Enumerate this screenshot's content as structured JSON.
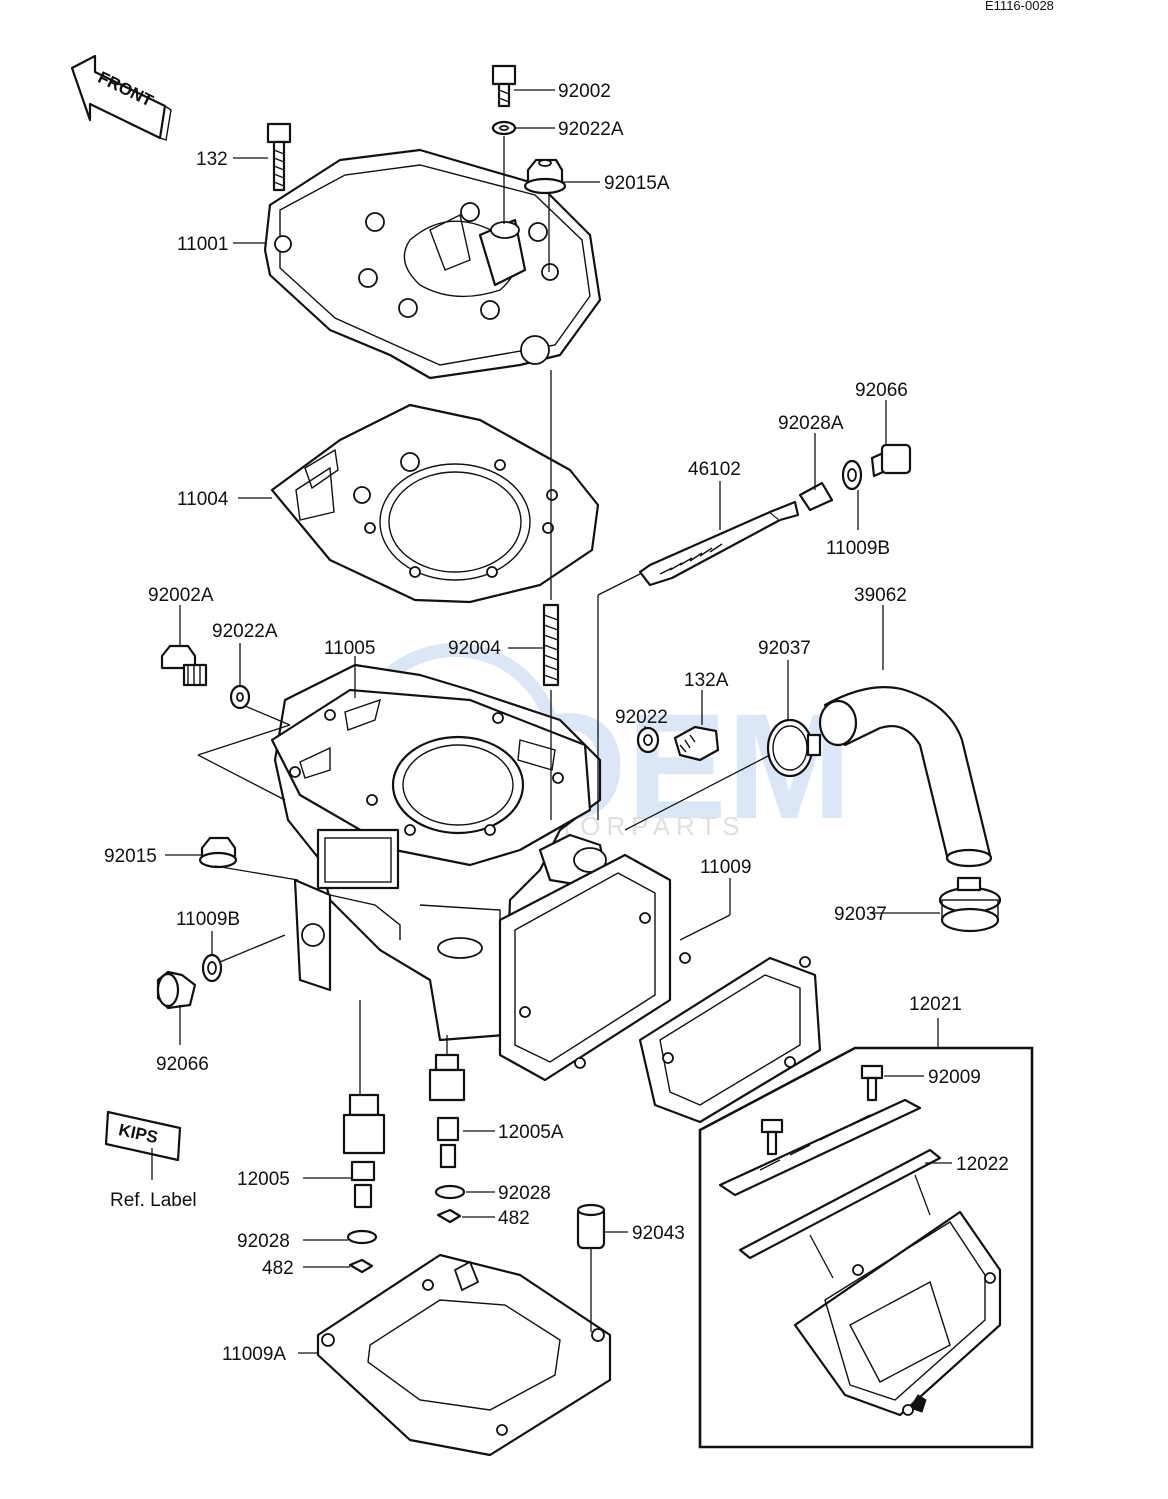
{
  "diagram": {
    "code": "E1116-0028",
    "front_label": "FRONT",
    "watermark": {
      "brand": "OEM",
      "sub": "MOTORPARTS"
    },
    "ref_label": {
      "badge": "KIPS",
      "caption": "Ref. Label"
    },
    "kit_number": "12021",
    "parts": [
      "92002",
      "92022A",
      "92015A",
      "132",
      "11001",
      "11004",
      "46102",
      "92028A",
      "92066",
      "11009B",
      "39062",
      "92002A",
      "92022A",
      "11005",
      "92004",
      "92037",
      "132A",
      "92022",
      "92015",
      "11009",
      "11009B",
      "92066",
      "92037",
      "12005A",
      "12005",
      "92028",
      "482",
      "92028",
      "482",
      "92043",
      "11009A",
      "92009",
      "12022"
    ]
  }
}
